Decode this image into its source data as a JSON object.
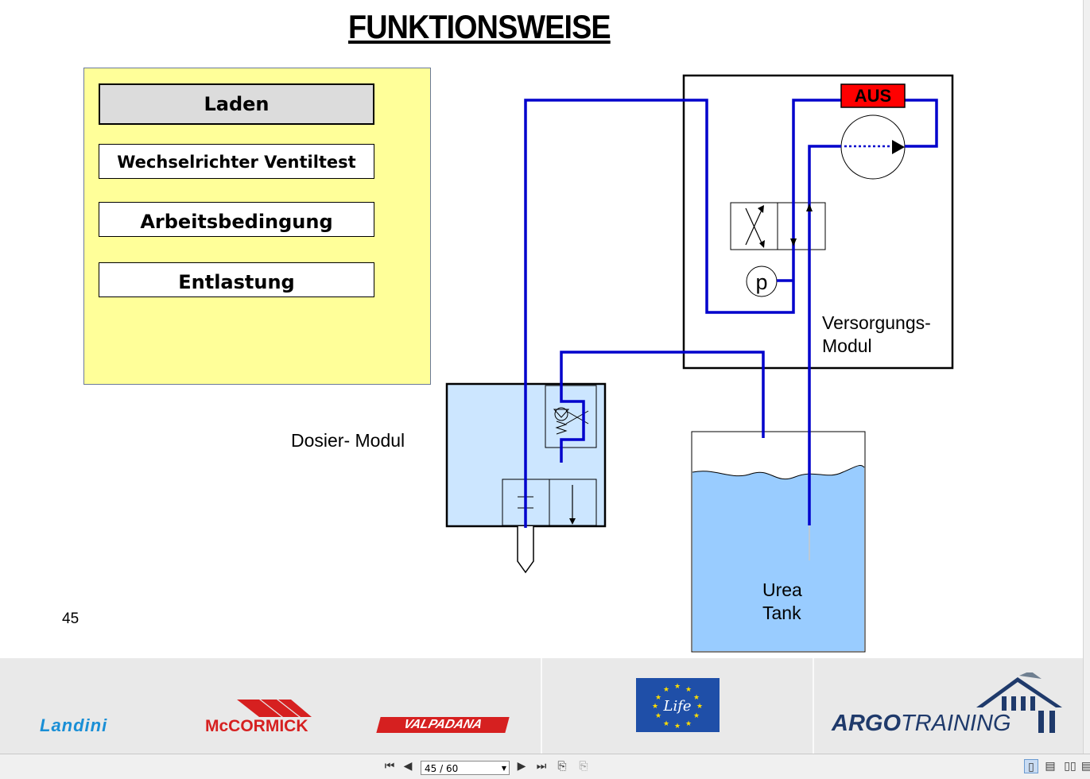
{
  "slide": {
    "title": "FUNKTIONSWEISE",
    "page_number": "45",
    "modes": [
      "Laden",
      "Wechselrichter Ventiltest",
      "Arbeitsbedingung",
      "Entlastung"
    ],
    "active_mode": "Laden"
  },
  "diagram": {
    "pump_state": "AUS",
    "pressure_symbol": "p",
    "supply_module_label": [
      "Versorgungs-",
      "Modul"
    ],
    "dosing_module_label": "Dosier- Modul",
    "tank_label": [
      "Urea",
      "Tank"
    ],
    "colors": {
      "line": "#0000cc",
      "tank_fluid": "#99ccff",
      "dosing_fill": "#cce6ff",
      "pump_off": "#ff0000",
      "panel": "#ffff99"
    }
  },
  "footer": {
    "logos": {
      "landini": "Landini",
      "mccormick": "McCORMICK",
      "valpadana": "VALPADANA",
      "life": "Life",
      "argo_bold": "ARGO",
      "argo_light": "TRAINING"
    }
  },
  "viewer": {
    "page_indicator": "45 / 60",
    "icons": [
      "first-page-icon",
      "prev-page-icon",
      "next-page-icon",
      "last-page-icon",
      "back-view-icon",
      "forward-view-icon",
      "single-page-icon",
      "continuous-icon",
      "two-page-icon",
      "two-page-continuous-icon"
    ]
  }
}
